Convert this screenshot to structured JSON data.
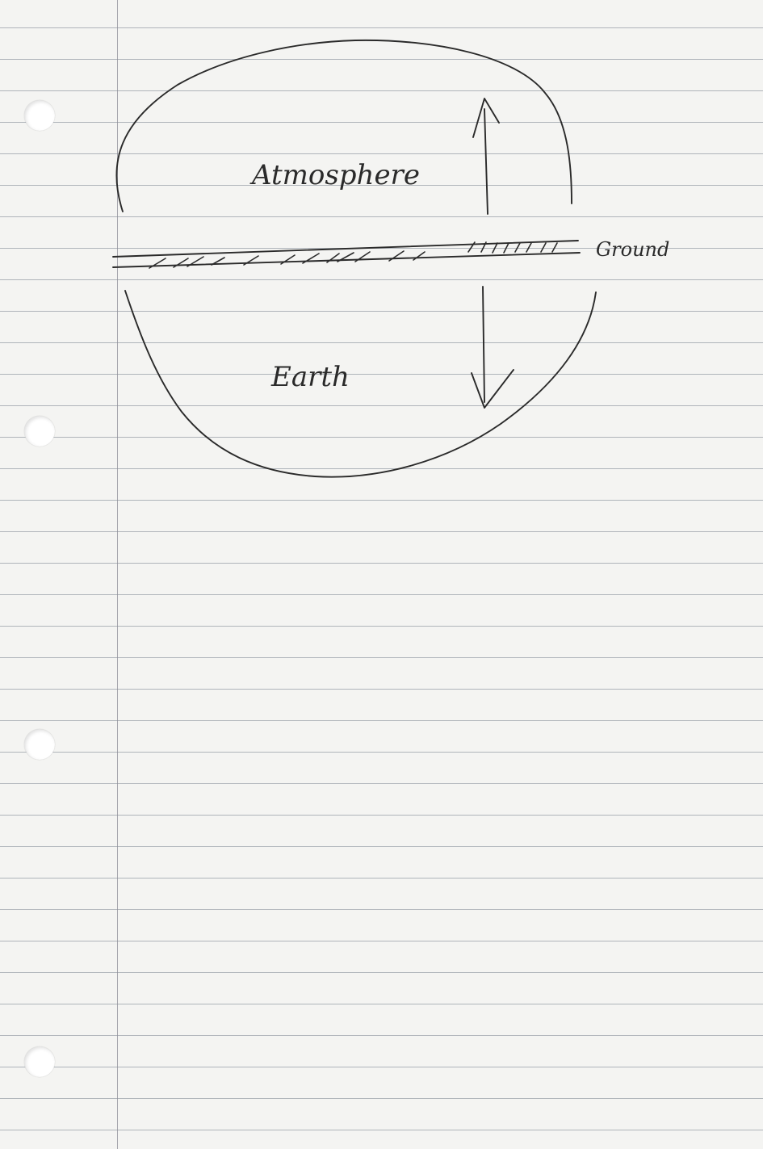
{
  "diagram": {
    "labels": {
      "atmosphere": "Atmosphere",
      "earth": "Earth",
      "ground": "Ground"
    },
    "ink_color": "#2a2a2a",
    "paper_color": "#f4f4f2",
    "rule_color": "#76808c",
    "arrows": [
      {
        "from": "ground",
        "to": "atmosphere",
        "direction": "up"
      },
      {
        "from": "ground",
        "to": "earth",
        "direction": "down"
      }
    ]
  }
}
